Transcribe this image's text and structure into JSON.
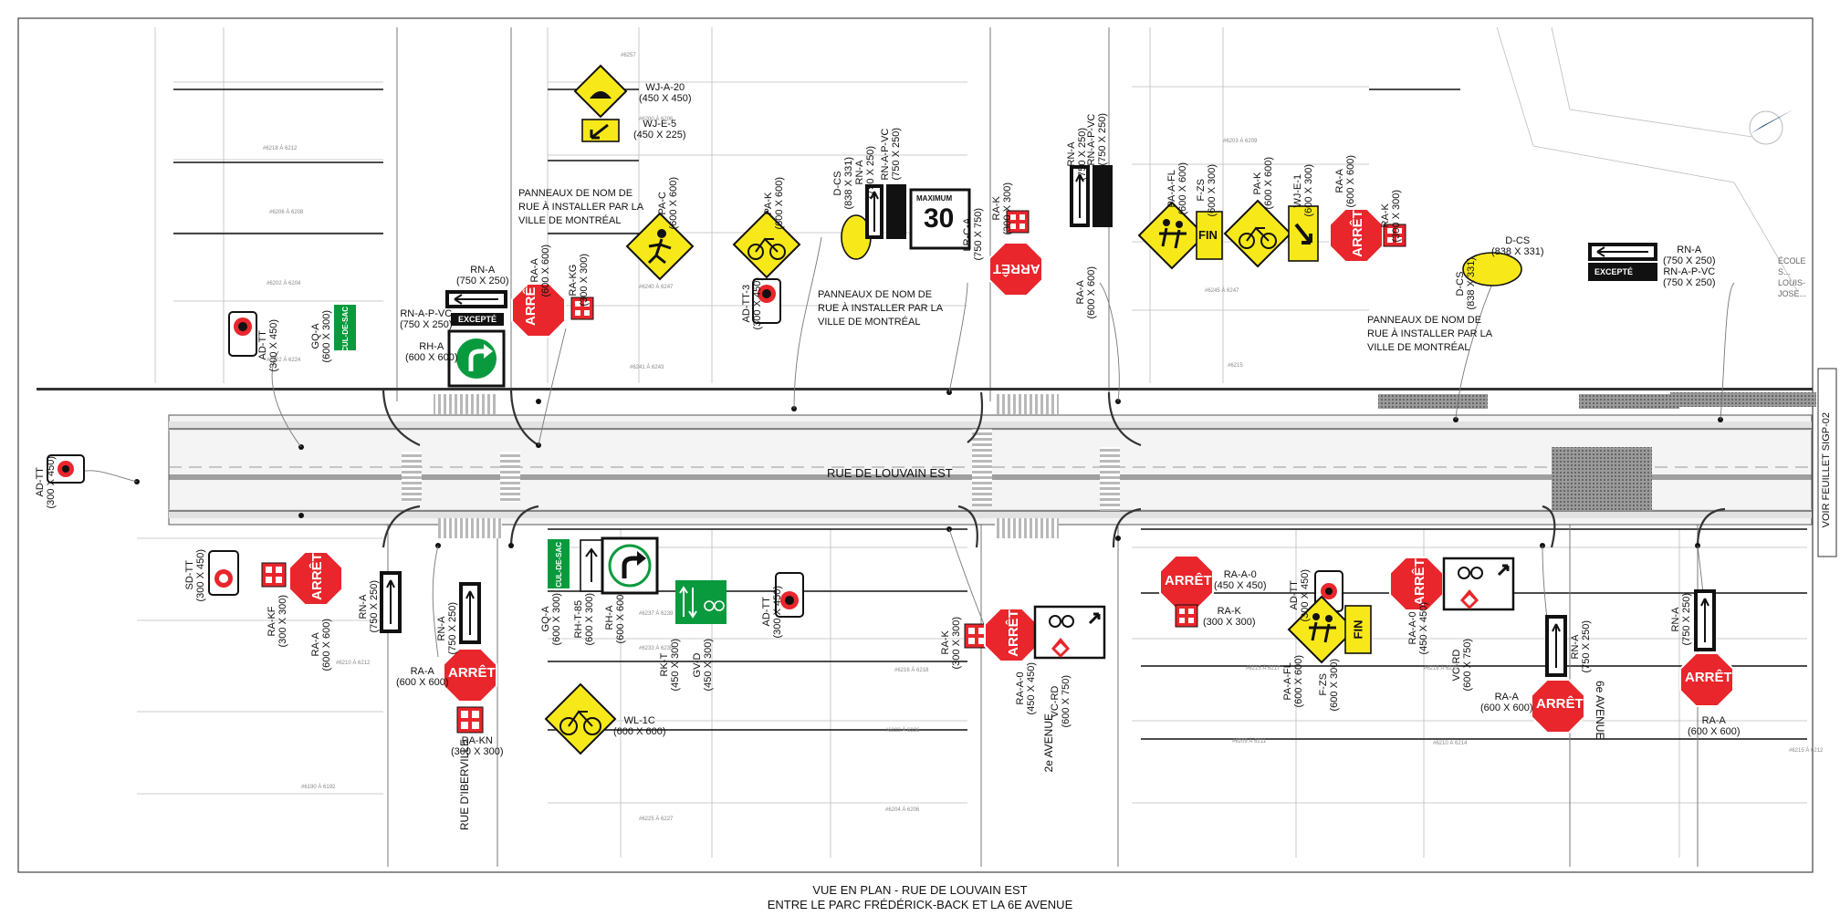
{
  "caption": {
    "line1": "VUE EN PLAN - RUE DE LOUVAIN EST",
    "line2": "ENTRE LE PARC FRÉDÉRICK-BACK ET LA 6E AVENUE"
  },
  "streets": {
    "main": "RUE DE LOUVAIN EST",
    "iberville": "RUE D'IBERVILLE",
    "second": "2e AVENUE",
    "sixth": "6e AVENUE"
  },
  "side_tab": "VOIR FEUILLET SIGP-02",
  "school": "ÉCOLE S... LOUIS-JOSE...",
  "notes": [
    {
      "l1": "PANNEAUX DE NOM DE",
      "l2": "RUE  À INSTALLER PAR LA",
      "l3": "VILLE DE MONTRÉAL"
    },
    {
      "l1": "PANNEAUX DE NOM DE",
      "l2": "RUE  À INSTALLER PAR LA",
      "l3": "VILLE DE MONTRÉAL"
    },
    {
      "l1": "PANNEAUX DE NOM DE",
      "l2": "RUE  À INSTALLER PAR LA",
      "l3": "VILLE DE MONTRÉAL"
    }
  ],
  "sign_text": {
    "stop": "ARRÊT",
    "excepte": "EXCEPTÉ",
    "maximum": "MAXIMUM",
    "speed": "30",
    "fin": "FIN",
    "cul_de_sac": "CUL-DE-SAC"
  },
  "labels": {
    "wja20": {
      "code": "WJ-A-20",
      "size": "(450 X 450)"
    },
    "wje5": {
      "code": "WJ-E-5",
      "size": "(450 X 225)"
    },
    "rna_top": {
      "code": "RN-A",
      "size": "(750 X 250)"
    },
    "rnapvc_top": {
      "code": "RN-A-P-VC",
      "size": "(750 X 250)"
    },
    "rha_top": {
      "code": "RH-A",
      "size": "(600 X 600)"
    },
    "rna_right": {
      "code": "RN-A",
      "size": "(750 X 250)"
    },
    "rnapvc_right": {
      "code": "RN-A-P-VC",
      "size": "(750 X 250)"
    },
    "dcs_right": {
      "code": "D-CS",
      "size": "(838 X 331)"
    },
    "raa_bl1": {
      "code": "RA-A",
      "size": "(600 X 600)"
    },
    "rakn": {
      "code": "RA-KN",
      "size": "(300 X 300)"
    },
    "wl1c": {
      "code": "WL-1C",
      "size": "(600 X 600)"
    },
    "raa0_mid": {
      "code": "RA-A-0",
      "size": "(450 X 450)"
    },
    "rak_mid": {
      "code": "RA-K",
      "size": "(300 X 300)"
    },
    "raa_br1": {
      "code": "RA-A",
      "size": "(600 X 600)"
    },
    "raa_br2": {
      "code": "RA-A",
      "size": "(600 X 600)"
    }
  },
  "vlabels": [
    {
      "code": "AD-TT",
      "size": "(300 X 450)"
    },
    {
      "code": "AD-TT",
      "size": "(300 X 450)"
    },
    {
      "code": "GQ-A",
      "size": "(600 X 300)"
    },
    {
      "code": "RA-A",
      "size": "(600 X 600)"
    },
    {
      "code": "RA-KG",
      "size": "(300 X 300)"
    },
    {
      "code": "PA-C",
      "size": "(600 X 600)"
    },
    {
      "code": "PA-K",
      "size": "(600 X 600)"
    },
    {
      "code": "AD-TT-3",
      "size": "(300 X 450)"
    },
    {
      "code": "D-CS",
      "size": "(838 X 331)"
    },
    {
      "code": "RN-A",
      "size": "(750 X 250)"
    },
    {
      "code": "RN-A-P-VC",
      "size": "(750 X 250)"
    },
    {
      "code": "LR-C-A",
      "size": "(750 X 750)"
    },
    {
      "code": "RA-K",
      "size": "(300 X 300)"
    },
    {
      "code": "RA-A",
      "size": "(600 X 600)"
    },
    {
      "code": "RN-A",
      "size": "(750 X 250)"
    },
    {
      "code": "RN-A-P-VC",
      "size": "(750 X 250)"
    },
    {
      "code": "PA-A-FL",
      "size": "(600 X 600)"
    },
    {
      "code": "F-ZS",
      "size": "(600 X 300)"
    },
    {
      "code": "PA-K",
      "size": "(600 X 600)"
    },
    {
      "code": "WJ-E-1",
      "size": "(600 X 300)"
    },
    {
      "code": "RA-A",
      "size": "(600 X 600)"
    },
    {
      "code": "RA-K",
      "size": "(300 X 300)"
    },
    {
      "code": "D-CS",
      "size": "(838 X 331)"
    },
    {
      "code": "SD-TT",
      "size": "(300 X 450)"
    },
    {
      "code": "RA-KF",
      "size": "(300 X 300)"
    },
    {
      "code": "RA-A",
      "size": "(600 X 600)"
    },
    {
      "code": "RN-A",
      "size": "(750 X 250)"
    },
    {
      "code": "RN-A",
      "size": "(750 X 250)"
    },
    {
      "code": "GQ-A",
      "size": "(600 X 300)"
    },
    {
      "code": "RH-T-85",
      "size": "(600 X 300)"
    },
    {
      "code": "RH-A",
      "size": "(600 X 600)"
    },
    {
      "code": "RK-T",
      "size": "(450 X 300)"
    },
    {
      "code": "GV-D",
      "size": "(450 X 300)"
    },
    {
      "code": "AD-TT",
      "size": "(300 X 450)"
    },
    {
      "code": "RA-K",
      "size": "(300 X 300)"
    },
    {
      "code": "RA-A-0",
      "size": "(450 X 450)"
    },
    {
      "code": "VC-RD",
      "size": "(600 X 750)"
    },
    {
      "code": "AD-TT",
      "size": "(300 X 450)"
    },
    {
      "code": "PA-A-FL",
      "size": "(600 X 600)"
    },
    {
      "code": "F-ZS",
      "size": "(600 X 300)"
    },
    {
      "code": "RA-A-0",
      "size": "(450 X 450)"
    },
    {
      "code": "VC-RD",
      "size": "(600 X 750)"
    },
    {
      "code": "RN-A",
      "size": "(750 X 250)"
    },
    {
      "code": "RN-A",
      "size": "(750 X 250)"
    }
  ],
  "lot_labels": [
    "#6218 À 6212",
    "#6206 À 6208",
    "#6202 À 6204",
    "#6222 À 6224",
    "#6241 À 6243",
    "#6240 À 6247",
    "#6245 À 6247",
    "#6203 À 6209",
    "#6215",
    "#6237 À 6239",
    "#6233 À 6235",
    "#6225 À 6227",
    "#6222 À 6226",
    "#6216 À 6218",
    "#6215 À 6217",
    "#6218 À 6219",
    "#6209 À 6211",
    "#6210 À 6214",
    "#6204 À 6206",
    "#6190 À 6192",
    "#6210 À 6212",
    "#6200 À 6206",
    "#6215 À 6212",
    "#6257"
  ],
  "colors": {
    "stop": "#e8262c",
    "warning": "#f7e81a",
    "guide_green": "#0a9a3e",
    "road_fill": "#f4f4f4",
    "crosswalk": "#cfcfcf",
    "bike_bar": "#5a5a5a"
  }
}
